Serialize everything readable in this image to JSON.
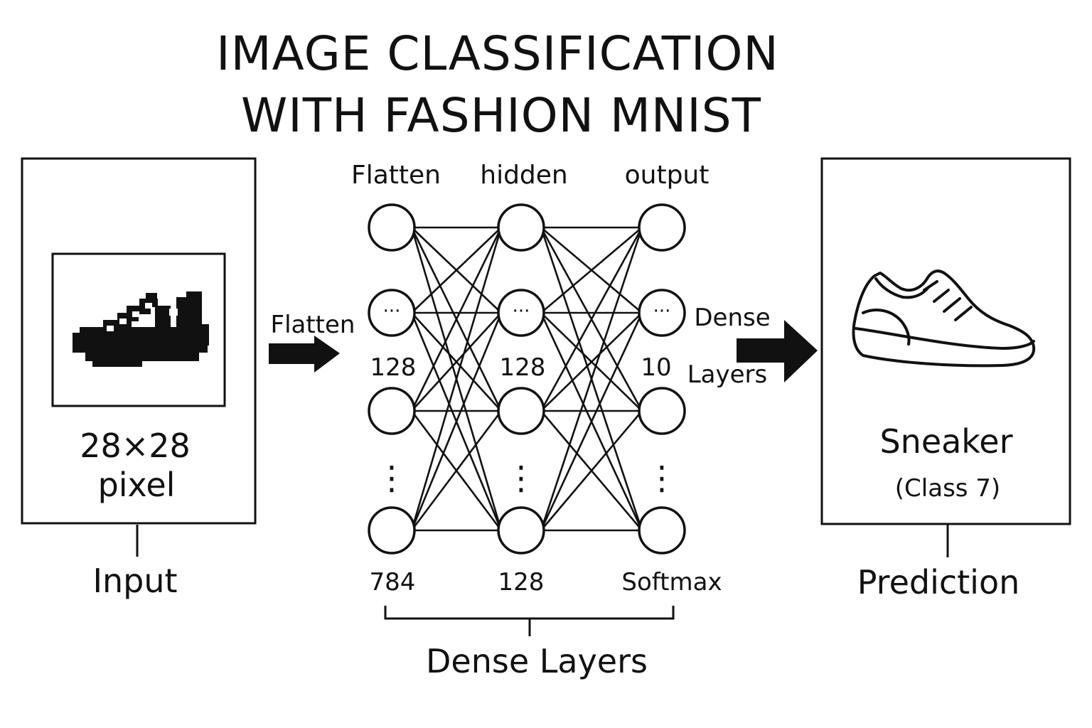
{
  "title": {
    "line1": "IMAGE CLASSIFICATION",
    "line2": "WITH FASHION MNIST"
  },
  "input_panel": {
    "dimensions": "28×28",
    "unit": "pixel",
    "caption": "Input",
    "image_icon": "pixelated-sneaker-icon"
  },
  "flatten_arrow": {
    "label": "Flatten",
    "icon": "right-arrow-icon"
  },
  "network": {
    "column_headers": [
      "Flatten",
      "hidden",
      "output"
    ],
    "ellipsis": "···",
    "vertical_ellipsis": "⋮",
    "middle_counts": [
      "128",
      "128",
      "10"
    ],
    "bottom_labels": [
      "784",
      "128",
      "Softmax"
    ],
    "side_label_line1": "Dense",
    "side_label_line2": "Layers",
    "bracket_label": "Dense Layers"
  },
  "output_arrow": {
    "icon": "right-arrow-icon"
  },
  "prediction_panel": {
    "class_name": "Sneaker",
    "class_id": "(Class 7)",
    "caption": "Prediction",
    "image_icon": "sneaker-outline-icon"
  },
  "colors": {
    "ink": "#111111",
    "background": "#ffffff"
  }
}
